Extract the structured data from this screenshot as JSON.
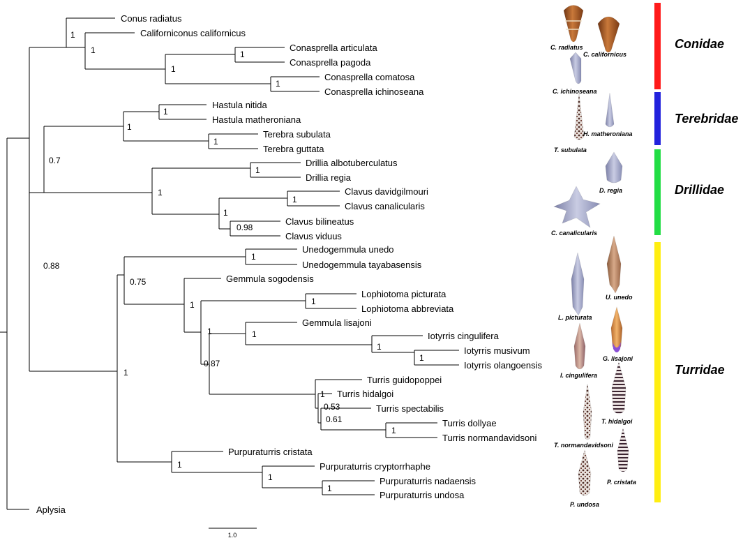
{
  "taxa": {
    "conus_radiatus": "Conus radiatus",
    "californiconus_californicus": "Californiconus californicus",
    "conasprella_articulata": "Conasprella articulata",
    "conasprella_pagoda": "Conasprella pagoda",
    "conasprella_comatosa": "Conasprella comatosa",
    "conasprella_ichinoseana": "Conasprella ichinoseana",
    "hastula_nitida": "Hastula nitida",
    "hastula_matheroniana": "Hastula matheroniana",
    "terebra_subulata": "Terebra subulata",
    "terebra_guttata": "Terebra guttata",
    "drillia_albotuberculatus": "Drillia albotuberculatus",
    "drillia_regia": "Drillia regia",
    "clavus_davidgilmouri": "Clavus davidgilmouri",
    "clavus_canalicularis": "Clavus canalicularis",
    "clavus_bilineatus": "Clavus bilineatus",
    "clavus_viduus": "Clavus viduus",
    "unedogemmula_unedo": "Unedogemmula unedo",
    "unedogemmula_tayabasensis": "Unedogemmula tayabasensis",
    "gemmula_sogodensis": "Gemmula sogodensis",
    "lophiotoma_picturata": "Lophiotoma picturata",
    "lophiotoma_abbreviata": "Lophiotoma abbreviata",
    "gemmula_lisajoni": "Gemmula lisajoni",
    "iotyrris_cingulifera": "Iotyrris cingulifera",
    "iotyrris_musivum": "Iotyrris musivum",
    "iotyrris_olangoensis": "Iotyrris olangoensis",
    "turris_guidopoppei": "Turris guidopoppei",
    "turris_hidalgoi": "Turris hidalgoi",
    "turris_spectabilis": "Turris spectabilis",
    "turris_dollyae": "Turris dollyae",
    "turris_normandavidsoni": "Turris normandavidsoni",
    "purpuraturris_cristata": "Purpuraturris cristata",
    "purpuraturris_cryptorrhaphe": "Purpuraturris cryptorrhaphe",
    "purpuraturris_nadaensis": "Purpuraturris nadaensis",
    "purpuraturris_undosa": "Purpuraturris undosa",
    "aplysia": "Aplysia"
  },
  "supports": {
    "conus_californiconus": "1",
    "conidae_core": "1",
    "conasprella": "1",
    "articulata_pagoda": "1",
    "comatosa_ichinoseana": "1",
    "terebridae": "1",
    "hastula": "1",
    "terebra": "1",
    "tereb_drill": "0.7",
    "drillidae": "1",
    "drillia": "1",
    "clavus": "1",
    "clavus_dc": "1",
    "clavus_bv": "0.98",
    "conoidea": "0.88",
    "turridae_main": "1",
    "turridae_core": "0.75",
    "unedogemmula": "1",
    "gemmula_group": "1",
    "lophiotoma": "1",
    "lisajoni_iotyrris": "1",
    "turris_iotyrris": "1",
    "lotyrris": "1",
    "iotyrris_mo": "1",
    "turris_clade": "0.87",
    "turris_hs": "1",
    "turris_spect": "0.53",
    "turris_sub": "0.61",
    "turris_dn": "1",
    "purpuraturris": "1",
    "purp_sub": "1",
    "purp_nu": "1"
  },
  "families": {
    "conidae": "Conidae",
    "terebridae": "Terebridae",
    "drillidae": "Drillidae",
    "turridae": "Turridae"
  },
  "family_colors": {
    "conidae": "#ff1a1a",
    "terebridae": "#2222dd",
    "drillidae": "#22dd44",
    "turridae": "#ffee11"
  },
  "shell_labels": {
    "c_radiatus": "C. radiatus",
    "c_californicus": "C. californicus",
    "c_ichinoseana": "C. ichinoseana",
    "t_subulata": "T. subulata",
    "h_matheroniana": "H. matheroniana",
    "d_regia": "D. regia",
    "c_canalicularis": "C. canalicularis",
    "l_picturata": "L. picturata",
    "u_unedo": "U. unedo",
    "g_lisajoni": "G. lisajoni",
    "i_cingulifera": "I. cingulifera",
    "t_hidalgoi": "T. hidalgoi",
    "t_normandavidsoni": "T. normandavidsoni",
    "p_cristata": "P. cristata",
    "p_undosa": "P. undosa"
  },
  "scale_bar": {
    "label": "1.0"
  }
}
